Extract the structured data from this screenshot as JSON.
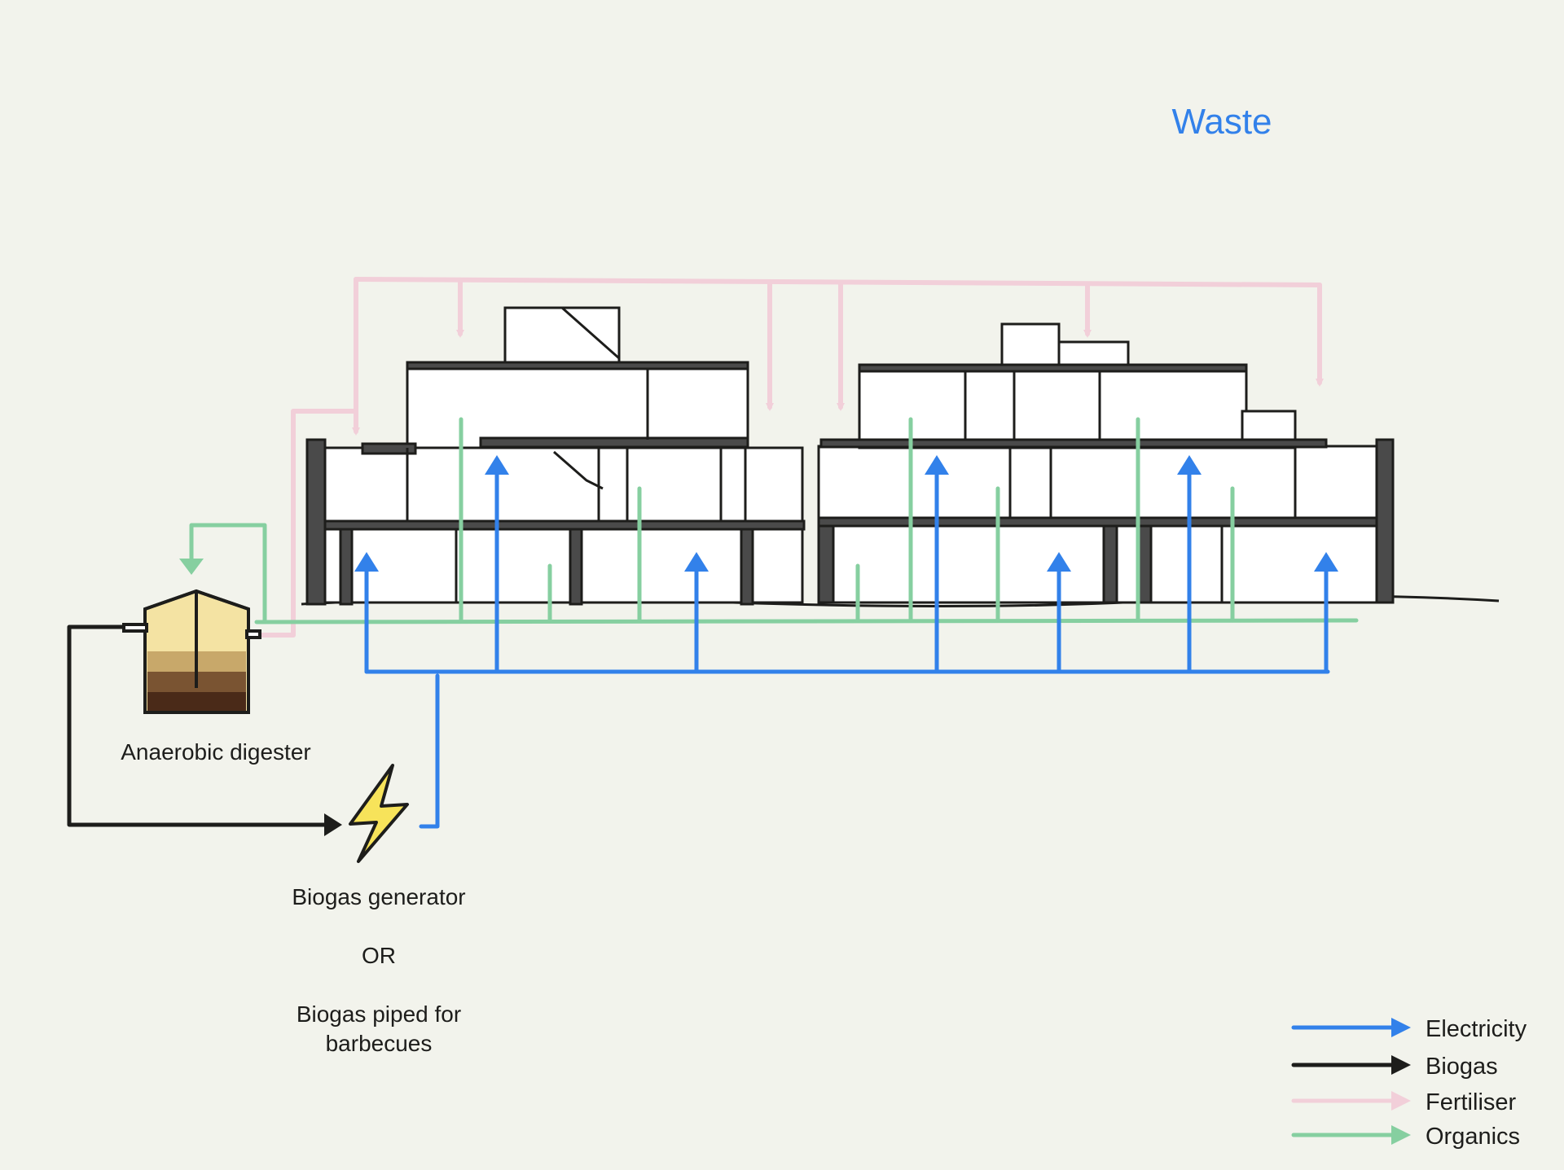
{
  "title": "Waste",
  "nodes": {
    "digester": "Anaerobic digester",
    "generator": "Biogas generator",
    "or": "OR",
    "piped": "Biogas piped for barbecues"
  },
  "legend": [
    {
      "label": "Electricity",
      "color": "#3281ea"
    },
    {
      "label": "Biogas",
      "color": "#1d1d1b"
    },
    {
      "label": "Fertiliser",
      "color": "#f2cfd9"
    },
    {
      "label": "Organics",
      "color": "#86cfa0"
    }
  ],
  "colors": {
    "title": "#3281ea",
    "background": "#f2f3ec",
    "wall": "#4a4a4a",
    "lightning": "#f7e35a"
  }
}
